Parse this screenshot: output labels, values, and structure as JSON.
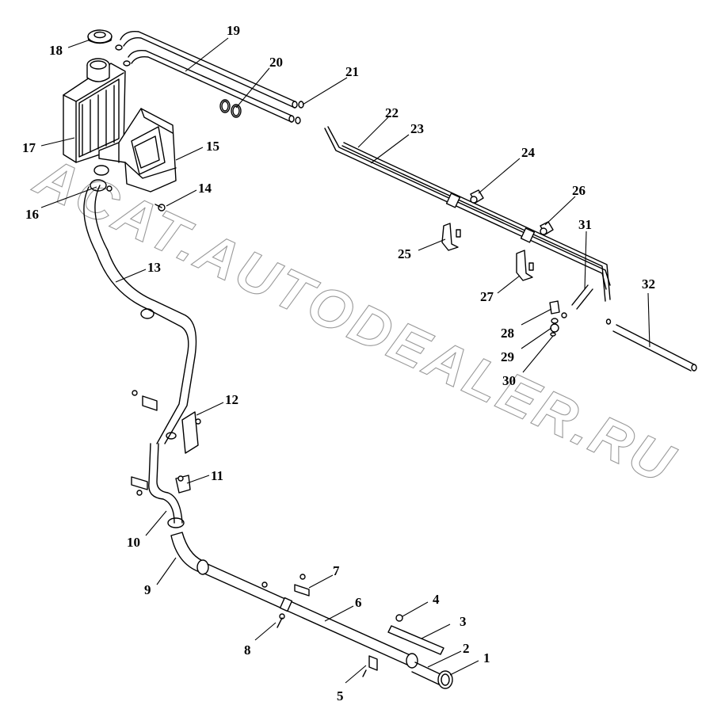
{
  "diagram": {
    "watermark": "ACAT.AUTODEALER.RU",
    "callouts": [
      {
        "label": "1"
      },
      {
        "label": "2"
      },
      {
        "label": "3"
      },
      {
        "label": "4"
      },
      {
        "label": "5"
      },
      {
        "label": "6"
      },
      {
        "label": "7"
      },
      {
        "label": "8"
      },
      {
        "label": "9"
      },
      {
        "label": "10"
      },
      {
        "label": "11"
      },
      {
        "label": "12"
      },
      {
        "label": "13"
      },
      {
        "label": "14"
      },
      {
        "label": "15"
      },
      {
        "label": "16"
      },
      {
        "label": "17"
      },
      {
        "label": "18"
      },
      {
        "label": "19"
      },
      {
        "label": "20"
      },
      {
        "label": "21"
      },
      {
        "label": "22"
      },
      {
        "label": "23"
      },
      {
        "label": "24"
      },
      {
        "label": "25"
      },
      {
        "label": "26"
      },
      {
        "label": "27"
      },
      {
        "label": "28"
      },
      {
        "label": "29"
      },
      {
        "label": "30"
      },
      {
        "label": "31"
      },
      {
        "label": "32"
      }
    ]
  }
}
